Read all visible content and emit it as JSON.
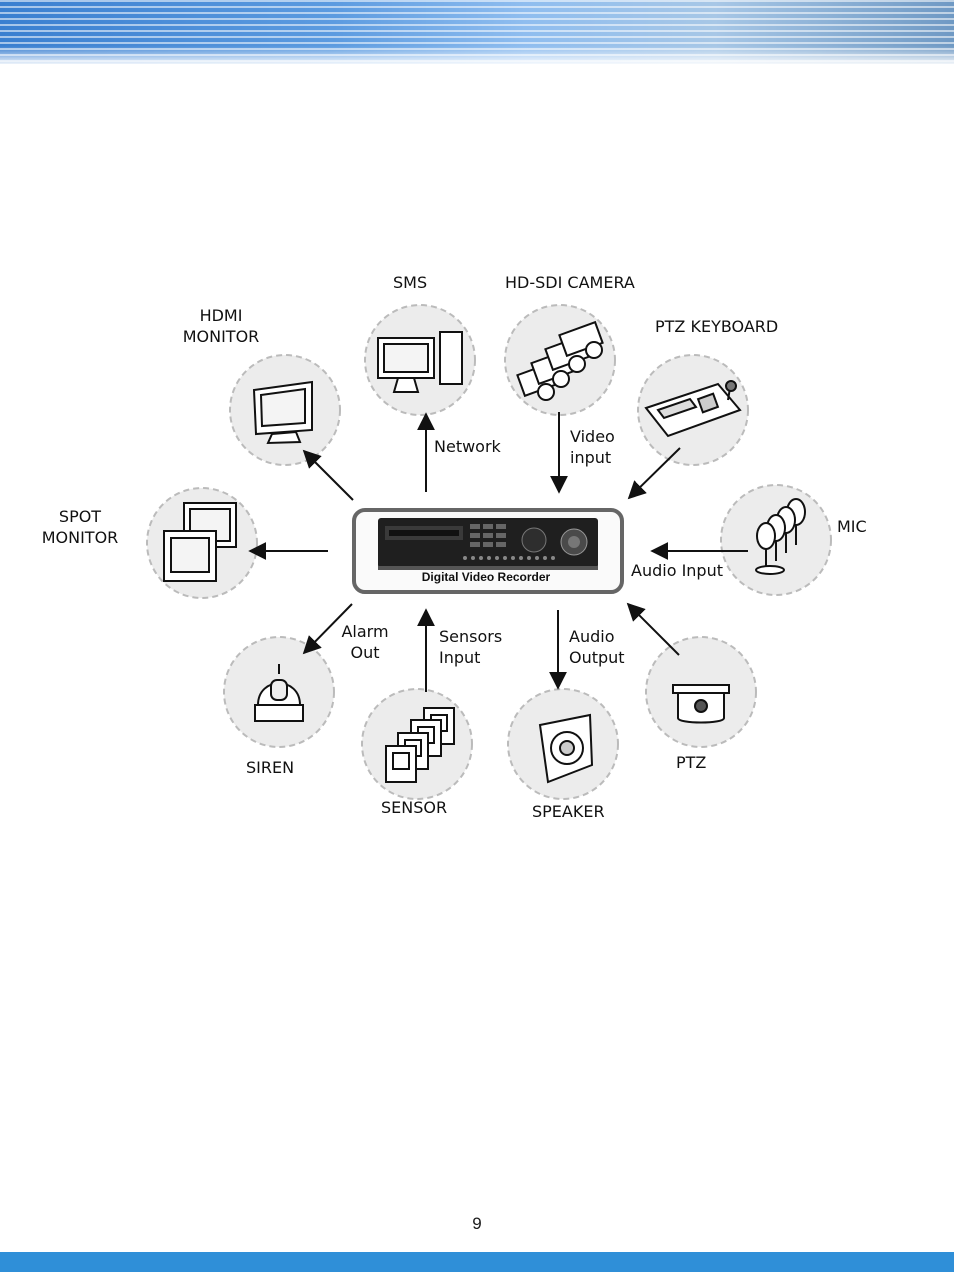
{
  "page": {
    "page_number": "9"
  },
  "diagram": {
    "center": {
      "label": "Digital Video Recorder"
    },
    "devices": {
      "sms": "SMS",
      "hdsdi_camera": "HD-SDI CAMERA",
      "hdmi_monitor_line1": "HDMI",
      "hdmi_monitor_line2": "MONITOR",
      "ptz_keyboard": "PTZ KEYBOARD",
      "spot_monitor_line1": "SPOT",
      "spot_monitor_line2": "MONITOR",
      "mic": "MIC",
      "siren": "SIREN",
      "sensor": "SENSOR",
      "speaker": "SPEAKER",
      "ptz": "PTZ"
    },
    "connections": {
      "network": "Network",
      "video_input_line1": "Video",
      "video_input_line2": "input",
      "audio_input": "Audio Input",
      "alarm_out_line1": "Alarm",
      "alarm_out_line2": "Out",
      "sensors_input_line1": "Sensors",
      "sensors_input_line2": "Input",
      "audio_output_line1": "Audio",
      "audio_output_line2": "Output"
    }
  }
}
